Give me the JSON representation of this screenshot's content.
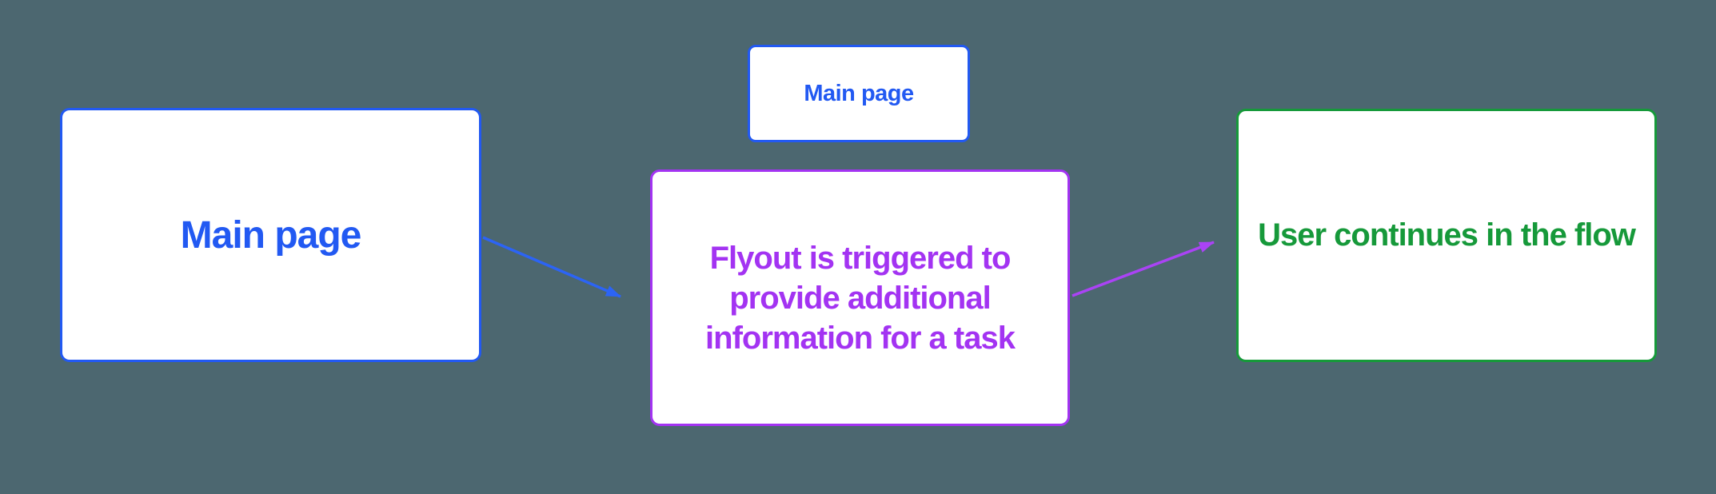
{
  "colors": {
    "background": "#4c6770",
    "box_fill": "#ffffff",
    "blue": "#2259f2",
    "purple": "#a333f2",
    "green": "#16993a"
  },
  "nodes": {
    "main_page": {
      "label": "Main page"
    },
    "main_page_small": {
      "label": "Main page"
    },
    "flyout": {
      "lines": [
        "Flyout is triggered to",
        "provide additional",
        "information for a task"
      ]
    },
    "continue": {
      "label": "User continues in the flow"
    }
  },
  "arrows": [
    {
      "name": "main-page-to-flyout",
      "color": "#2c64f5"
    },
    {
      "name": "flyout-to-user-continues",
      "color": "#aa43f5"
    }
  ]
}
